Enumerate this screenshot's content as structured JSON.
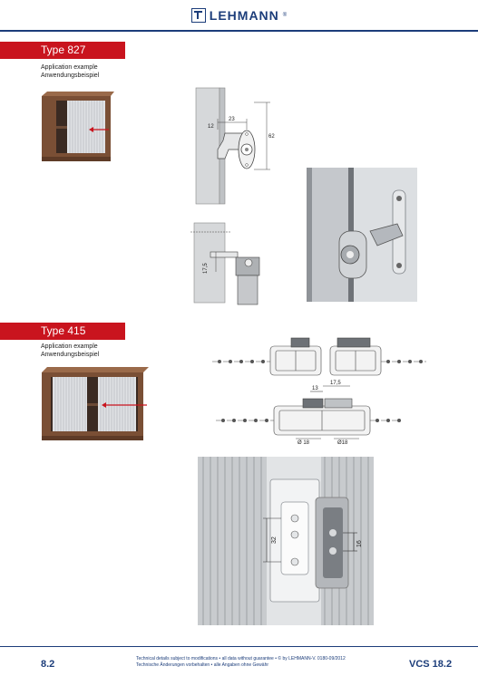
{
  "brand": {
    "name": "LEHMANN",
    "reg": "®"
  },
  "sections": [
    {
      "title": "Type 827",
      "app_en": "Application example",
      "app_de": "Anwendungsbeispiel"
    },
    {
      "title": "Type 415",
      "app_en": "Application example",
      "app_de": "Anwendungsbeispiel"
    }
  ],
  "dims_827": {
    "d12": "12",
    "d23": "23",
    "d62": "62",
    "d175": "17,5"
  },
  "dims_415": {
    "d13": "13",
    "d175": "17,5",
    "dia18a": "Ø 18",
    "dia18b": "Ø18",
    "d32": "32",
    "d16": "16"
  },
  "footer": {
    "page_number": "8.2",
    "disclaimer_en": "Technical details subject to modifications • all data without guarantee • © by LEHMANN-V. 0180-09/2012",
    "disclaimer_de": "Technische Änderungen vorbehalten • alle Angaben ohne Gewähr",
    "catalog_code": "VCS 18.2"
  },
  "colors": {
    "brand_blue": "#1c3d7a",
    "banner_red": "#c9141e",
    "cabinet_wood": "#7a4f35"
  }
}
